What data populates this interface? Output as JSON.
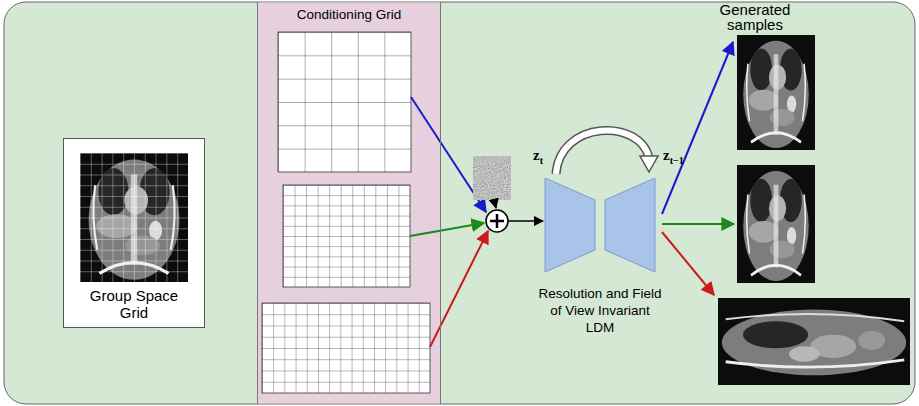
{
  "diagram": {
    "nodes": [
      {
        "text": [
          "Group Space Grid"
        ]
      },
      {
        "text": [
          "Conditioning Grid"
        ]
      },
      {
        "text": [
          "Resolution and Field of View Invariant LDM"
        ]
      }
    ],
    "labels": [
      "Generated samples",
      "zt",
      "zt−1"
    ]
  }
}
